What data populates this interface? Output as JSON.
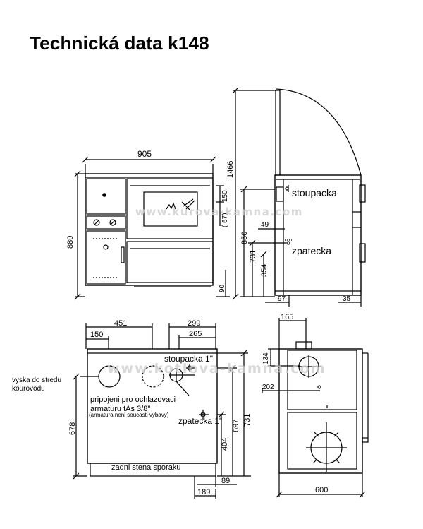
{
  "title": "Technická data k148",
  "watermarks": {
    "front": "www.kurova-kamna.com",
    "back": "www.kotlova-kamna.com"
  },
  "labels": {
    "stoupacka": "stoupacka",
    "zpatecka": "zpatecka",
    "stoupacka_back": "stoupacka 1\"",
    "zpatecka_back": "zpatecka 1\"",
    "vyska_line1": "vyska do stredu",
    "vyska_line2": "kourovodu",
    "pripojeni_line1": "pripojeni pro ochlazovaci",
    "pripojeni_line2": "armaturu tAs 3/8\"",
    "pripojeni_line3": "(armatura neni soucasti vybavy)",
    "zadni_stena": "zadni stena sporaku"
  },
  "dimensions": {
    "front_width": "905",
    "front_height": "880",
    "front_150": "150",
    "front_67": "( 67)",
    "front_90": "90",
    "side_total_height": "1466",
    "side_850": "850",
    "side_731": "731",
    "side_354": "354",
    "side_49": "49",
    "side_97": "97",
    "side_35": "35",
    "back_451": "451",
    "back_150": "150",
    "back_299": "299",
    "back_265": "265",
    "back_678": "678",
    "back_404": "404",
    "back_697": "697",
    "back_731": "731",
    "back_89": "89",
    "back_189": "189",
    "top_165": "165",
    "top_134": "134",
    "top_202": "202",
    "top_600": "600"
  }
}
